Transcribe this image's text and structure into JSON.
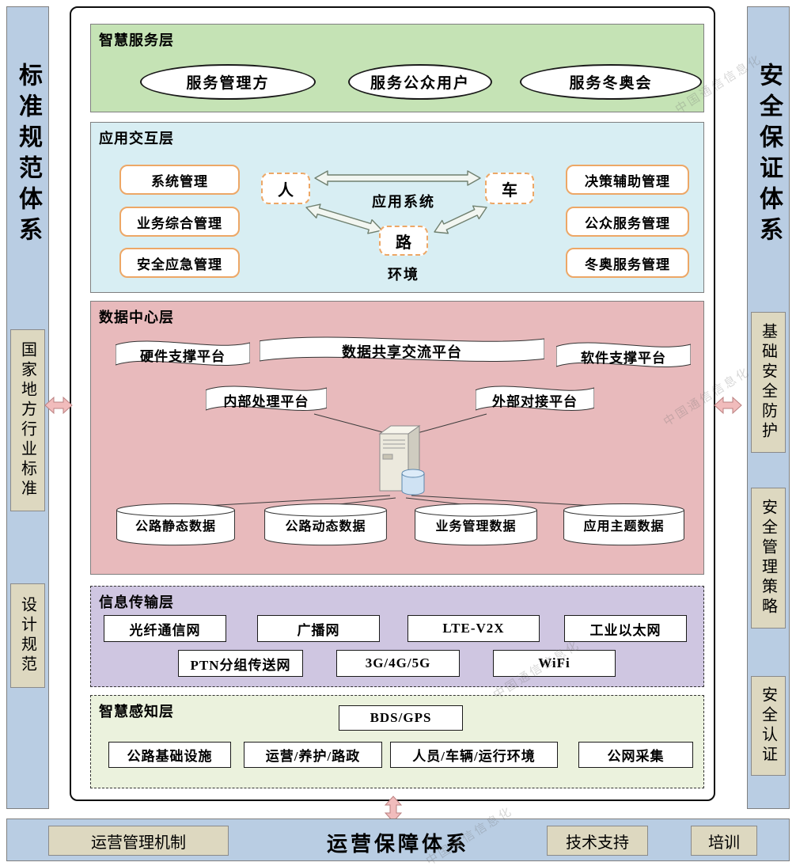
{
  "watermark": "中国通信信息化",
  "sidebars": {
    "left": {
      "title": "标准规范体系",
      "items": [
        "国家地方行业标准",
        "设计规范"
      ]
    },
    "right": {
      "title": "安全保证体系",
      "items": [
        "基础安全防护",
        "安全管理策略",
        "安全认证"
      ]
    }
  },
  "bottom": {
    "title": "运营保障体系",
    "items": [
      "运营管理机制",
      "技术支持",
      "培训"
    ]
  },
  "layers": {
    "service": {
      "label": "智慧服务层",
      "ellipses": [
        "服务管理方",
        "服务公众用户",
        "服务冬奥会"
      ]
    },
    "application": {
      "label": "应用交互层",
      "left_boxes": [
        "系统管理",
        "业务综合管理",
        "安全应急管理"
      ],
      "right_boxes": [
        "决策辅助管理",
        "公众服务管理",
        "冬奥服务管理"
      ],
      "node_person": "人",
      "node_vehicle": "车",
      "node_road": "路",
      "label_system": "应用系统",
      "label_environment": "环境"
    },
    "data_center": {
      "label": "数据中心层",
      "banners": [
        "硬件支撑平台",
        "数据共享交流平台",
        "软件支撑平台",
        "内部处理平台",
        "外部对接平台"
      ],
      "cylinders": [
        "公路静态数据",
        "公路动态数据",
        "业务管理数据",
        "应用主题数据"
      ]
    },
    "transmission": {
      "label": "信息传输层",
      "row1": [
        "光纤通信网",
        "广播网",
        "LTE-V2X",
        "工业以太网"
      ],
      "row2": [
        "PTN分组传送网",
        "3G/4G/5G",
        "WiFi"
      ]
    },
    "perception": {
      "label": "智慧感知层",
      "gnss": "BDS/GPS",
      "boxes": [
        "公路基础设施",
        "运营/养护/路政",
        "人员/车辆/运行环境",
        "公网采集"
      ]
    }
  },
  "colors": {
    "sidebar_blue": "#b9cde3",
    "tan_box": "#ddd8c0",
    "service_green": "#c5e3b5",
    "application_cyan": "#d8eef3",
    "data_pink": "#e8babc",
    "transmission_purple": "#cfc6e1",
    "perception_green": "#ebf2dd",
    "orange_box_border": "#eda766",
    "pink_arrow": "#f1bcbc"
  }
}
